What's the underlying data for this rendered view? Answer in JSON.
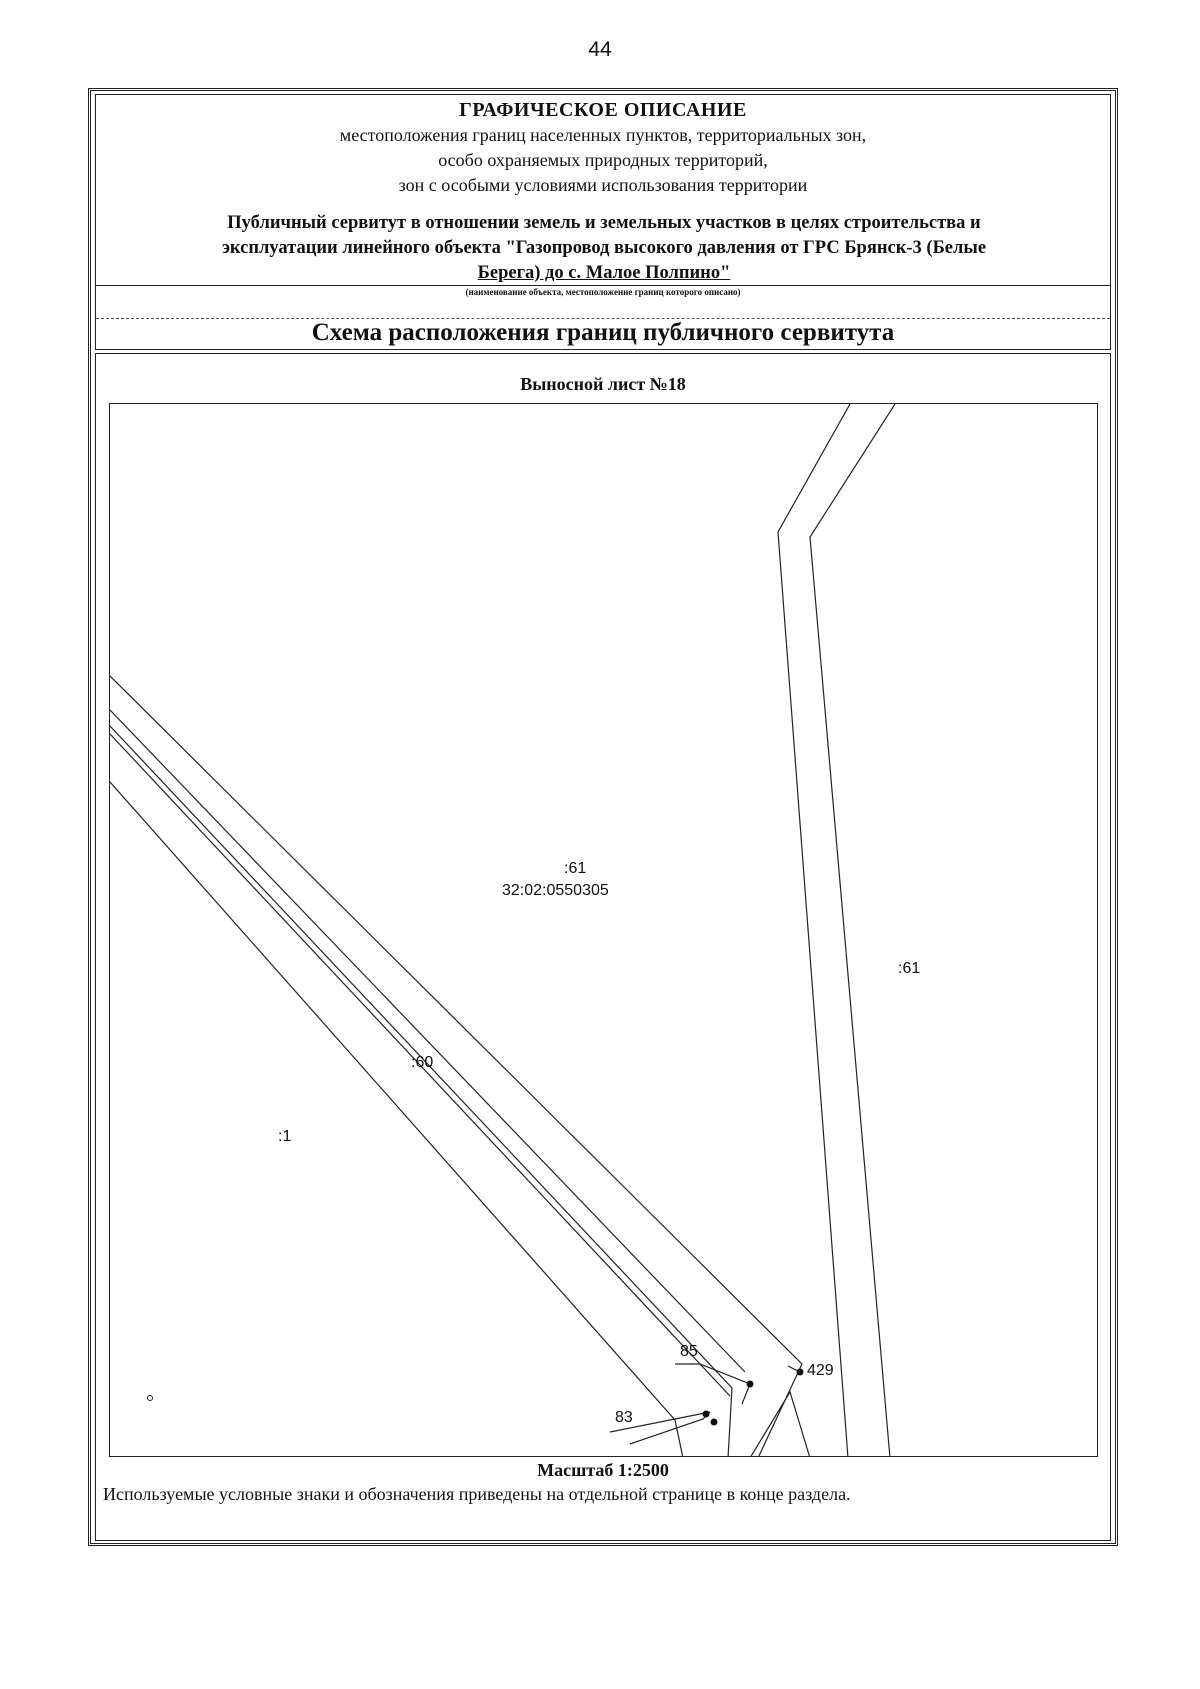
{
  "page_number": "44",
  "header": {
    "title": "ГРАФИЧЕСКОЕ ОПИСАНИЕ",
    "line1": "местоположения границ населенных пунктов, территориальных зон,",
    "line2": "особо охраняемых природных территорий,",
    "line3": "зон с особыми условиями использования территории",
    "object_line1": "Публичный сервитут в отношении земель и земельных участков в целях строительства и",
    "object_line2": "эксплуатации линейного объекта \"Газопровод высокого давления от ГРС Брянск-3 (Белые",
    "object_line3": "Берега) до с. Малое Полпино\"",
    "object_caption": "(наименование объекта, местоположение границ которого описано)",
    "scheme_title": "Схема расположения границ публичного сервитута"
  },
  "sheet_title": "Выносной лист №18",
  "map": {
    "labels": {
      "parcel_61_center": ":61",
      "cadastral_block": "32:02:0550305",
      "parcel_61_right": ":61",
      "parcel_60": ":60",
      "parcel_1": ":1",
      "point_85": "85",
      "point_429": "429",
      "point_83": "83"
    }
  },
  "scale": "Масштаб 1:2500",
  "legend_note": "Используемые условные знаки и обозначения приведены на отдельной странице в конце раздела."
}
